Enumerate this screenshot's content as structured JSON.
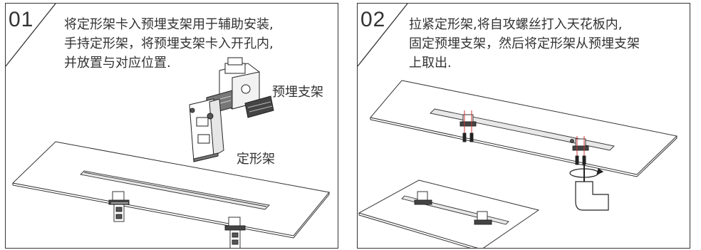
{
  "step1": {
    "number": "01",
    "instruction_lines": [
      "将定形架卡入预埋支架用于辅助安装,",
      "手持定形架，将预埋支架卡入开孔内,",
      "并放置与对应位置."
    ],
    "label_embedded_bracket": "预埋支架",
    "label_forming_frame": "定形架"
  },
  "step2": {
    "number": "02",
    "instruction_lines": [
      "拉紧定形架,将自攻螺丝打入天花板内,",
      "固定预埋支架，然后将定形架从预埋支架",
      "上取出."
    ]
  }
}
